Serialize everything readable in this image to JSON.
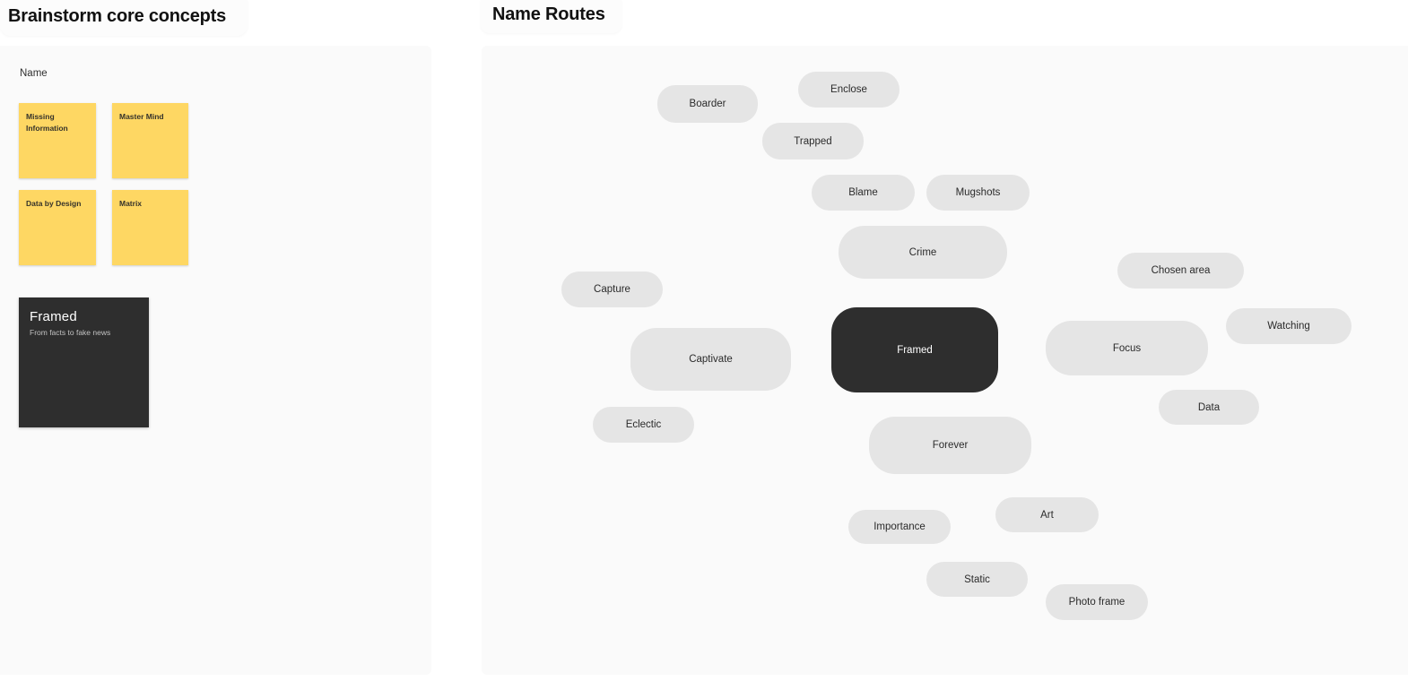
{
  "frames": {
    "brainstorm": {
      "title": "Brainstorm core concepts"
    },
    "routes": {
      "title": "Name Routes"
    }
  },
  "left_panel": {
    "label": "Name",
    "sticky_notes": [
      {
        "text": "Missing Information"
      },
      {
        "text": "Master Mind"
      },
      {
        "text": "Data by Design"
      },
      {
        "text": "Matrix"
      }
    ],
    "card": {
      "title": "Framed",
      "subtitle": "From facts to fake news"
    }
  },
  "routes_panel": {
    "bubbles": [
      {
        "label": "Enclose"
      },
      {
        "label": "Boarder"
      },
      {
        "label": "Trapped"
      },
      {
        "label": "Blame"
      },
      {
        "label": "Mugshots"
      },
      {
        "label": "Crime"
      },
      {
        "label": "Chosen area"
      },
      {
        "label": "Capture"
      },
      {
        "label": "Framed"
      },
      {
        "label": "Watching"
      },
      {
        "label": "Captivate"
      },
      {
        "label": "Focus"
      },
      {
        "label": "Data"
      },
      {
        "label": "Eclectic"
      },
      {
        "label": "Forever"
      },
      {
        "label": "Importance"
      },
      {
        "label": "Art"
      },
      {
        "label": "Static"
      },
      {
        "label": "Photo frame"
      }
    ]
  },
  "colors": {
    "page_bg": "#ffffff",
    "panel_bg": "#fafafa",
    "sticky_yellow": "#fed763",
    "bubble_gray": "#e5e5e5",
    "dark": "#2e2e2e"
  }
}
